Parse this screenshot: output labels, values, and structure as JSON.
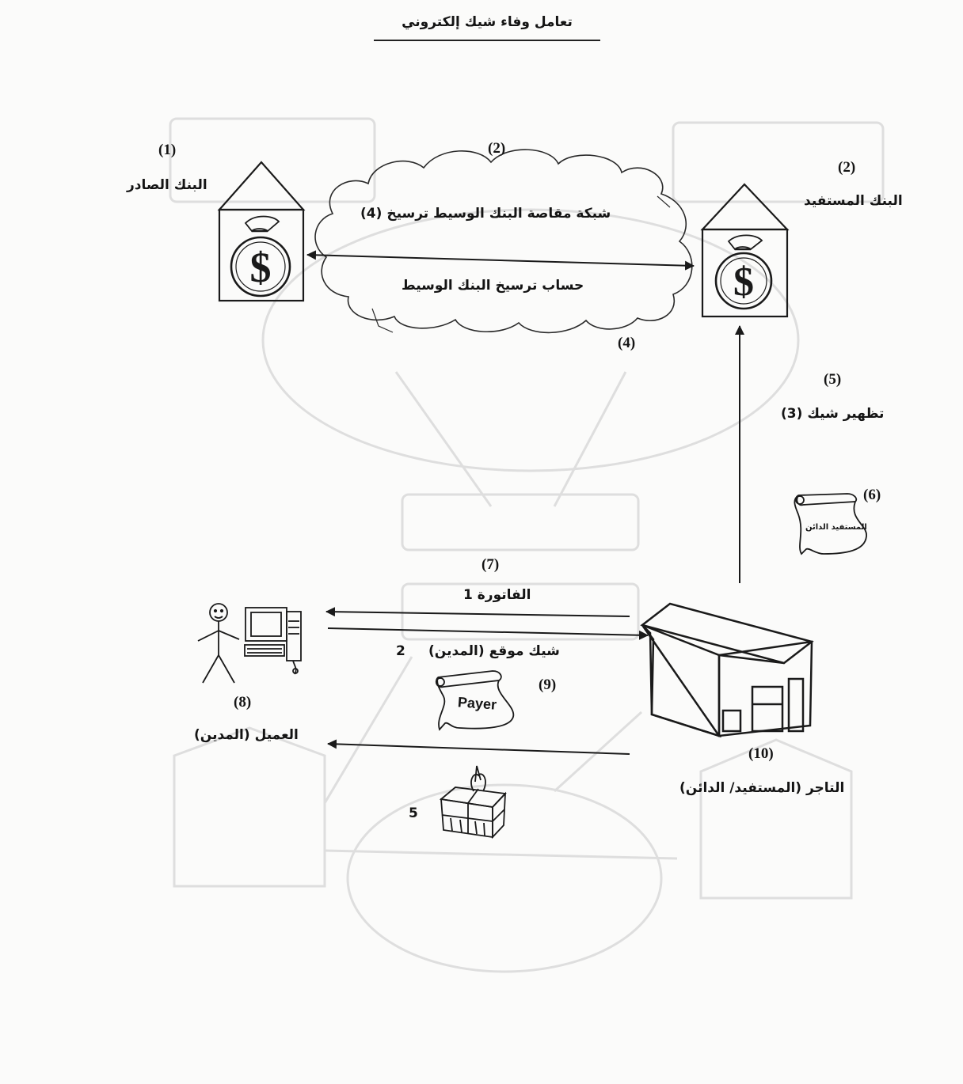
{
  "title": "تعامل وفاء شيك إلكتروني",
  "issuing_bank": {
    "number": "(1)",
    "label": "البنك الصادر"
  },
  "beneficiary_bank": {
    "number": "(2)",
    "label": "البنك المستفيد"
  },
  "network": {
    "number_top": "(2)",
    "label": "شبكة مقاصة البنك الوسيط ترسيخ (4)",
    "account_label": "حساب ترسيخ البنك الوسيط",
    "number_bottom": "(4)"
  },
  "endorsement": {
    "number": "(5)",
    "label": "تظهير شيك (3)"
  },
  "endorsed_check": {
    "number": "(6)",
    "label": "المستفيد الدائن"
  },
  "invoice": {
    "number": "(7)",
    "label": "الفاتورة 1"
  },
  "signed_check": {
    "label": "شيك موقع (المدين)",
    "step": "2"
  },
  "payer_check": {
    "label": "Payer",
    "number": "(9)"
  },
  "customer": {
    "number": "(8)",
    "label": "العميل (المدين)"
  },
  "merchant": {
    "number": "(10)",
    "label": "التاجر (المستفيد/ الدائن)"
  },
  "goods": {
    "step": "5"
  },
  "icons": {
    "bank": "bank-moneybag-icon",
    "cloud": "network-cloud-icon",
    "person": "stick-figure-icon",
    "computer": "computer-icon",
    "store": "warehouse-icon",
    "scroll": "scroll-check-icon",
    "gift": "gift-box-icon"
  },
  "colors": {
    "ink": "#141414",
    "ghost": "#d9d9d9",
    "paper": "#fbfbfa"
  }
}
